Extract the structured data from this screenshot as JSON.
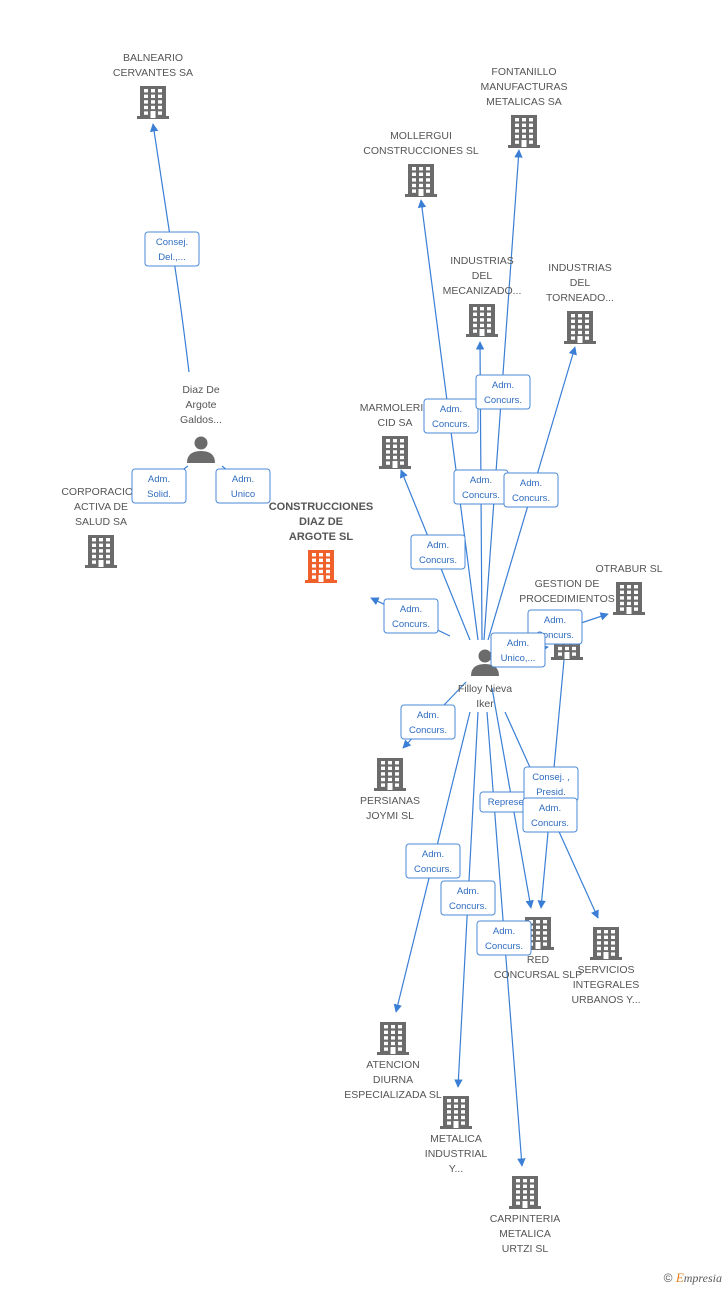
{
  "nodes": [
    {
      "id": "balneario",
      "type": "company",
      "lines": [
        "BALNEARIO",
        "CERVANTES SA"
      ],
      "label_pos": "above"
    },
    {
      "id": "fontanillo",
      "type": "company",
      "lines": [
        "FONTANILLO",
        "MANUFACTURAS",
        "METALICAS SA"
      ],
      "label_pos": "above"
    },
    {
      "id": "mollergui",
      "type": "company",
      "lines": [
        "MOLLERGUI",
        "CONSTRUCCIONES SL"
      ],
      "label_pos": "above"
    },
    {
      "id": "ind_mecanizado",
      "type": "company",
      "lines": [
        "INDUSTRIAS",
        "DEL",
        "MECANIZADO..."
      ],
      "label_pos": "above"
    },
    {
      "id": "ind_torneado",
      "type": "company",
      "lines": [
        "INDUSTRIAS",
        "DEL",
        "TORNEADO..."
      ],
      "label_pos": "above"
    },
    {
      "id": "diaz",
      "type": "person",
      "lines": [
        "Diaz De",
        "Argote",
        "Galdos..."
      ],
      "label_pos": "above"
    },
    {
      "id": "marmoleria",
      "type": "company",
      "lines": [
        "MARMOLERIA",
        "CID SA"
      ],
      "label_pos": "above"
    },
    {
      "id": "corporacion",
      "type": "company",
      "lines": [
        "CORPORACION",
        "ACTIVA DE",
        "SALUD SA"
      ],
      "label_pos": "above"
    },
    {
      "id": "construcciones",
      "type": "company_main",
      "lines": [
        "CONSTRUCCIONES",
        "DIAZ DE",
        "ARGOTE SL"
      ],
      "label_pos": "above"
    },
    {
      "id": "otrabur",
      "type": "company",
      "lines": [
        "OTRABUR SL"
      ],
      "label_pos": "above"
    },
    {
      "id": "gestion",
      "type": "company",
      "lines": [
        "GESTION DE",
        "PROCEDIMIENTOS",
        "DE..."
      ],
      "label_pos": "above"
    },
    {
      "id": "filloy",
      "type": "person",
      "lines": [
        "Filloy Nieva",
        "Iker"
      ],
      "label_pos": "below"
    },
    {
      "id": "persianas",
      "type": "company",
      "lines": [
        "PERSIANAS",
        "JOYMI SL"
      ],
      "label_pos": "below"
    },
    {
      "id": "red",
      "type": "company",
      "lines": [
        "RED",
        "CONCURSAL SLP"
      ],
      "label_pos": "below"
    },
    {
      "id": "servicios",
      "type": "company",
      "lines": [
        "SERVICIOS",
        "INTEGRALES",
        "URBANOS Y..."
      ],
      "label_pos": "below"
    },
    {
      "id": "atencion",
      "type": "company",
      "lines": [
        "ATENCION",
        "DIURNA",
        "ESPECIALIZADA SL"
      ],
      "label_pos": "below"
    },
    {
      "id": "metalica",
      "type": "company",
      "lines": [
        "METALICA",
        "INDUSTRIAL",
        "Y..."
      ],
      "label_pos": "below"
    },
    {
      "id": "carpinteria",
      "type": "company",
      "lines": [
        "CARPINTERIA",
        "METALICA",
        "URTZI SL"
      ],
      "label_pos": "below"
    }
  ],
  "edges": [
    {
      "from": "diaz",
      "to": "balneario",
      "label": [
        "Consej.",
        "Del.,..."
      ]
    },
    {
      "from": "diaz",
      "to": "corporacion",
      "label": [
        "Adm.",
        "Solid."
      ]
    },
    {
      "from": "diaz",
      "to": "construcciones",
      "label": [
        "Adm.",
        "Unico"
      ]
    },
    {
      "from": "filloy",
      "to": "mollergui",
      "label": [
        "Adm.",
        "Concurs."
      ]
    },
    {
      "from": "filloy",
      "to": "fontanillo",
      "label": [
        "Adm.",
        "Concurs."
      ]
    },
    {
      "from": "filloy",
      "to": "ind_mecanizado",
      "label": [
        "Adm.",
        "Concurs."
      ]
    },
    {
      "from": "filloy",
      "to": "ind_torneado",
      "label": [
        "Adm.",
        "Concurs."
      ]
    },
    {
      "from": "filloy",
      "to": "marmoleria",
      "label": [
        "Adm.",
        "Concurs."
      ]
    },
    {
      "from": "filloy",
      "to": "construcciones",
      "label": [
        "Adm.",
        "Concurs."
      ]
    },
    {
      "from": "filloy",
      "to": "otrabur",
      "label": [
        "Adm.",
        "Concurs."
      ]
    },
    {
      "from": "filloy",
      "to": "gestion",
      "label": [
        "Adm.",
        "Unico,..."
      ]
    },
    {
      "from": "filloy",
      "to": "persianas",
      "label": [
        "Adm.",
        "Concurs."
      ]
    },
    {
      "from": "filloy",
      "to": "red",
      "label": [
        "Represent."
      ]
    },
    {
      "from": "gestion",
      "to": "red",
      "label": [
        "Consej. ,",
        "Presid."
      ]
    },
    {
      "from": "filloy",
      "to": "servicios",
      "label": [
        "Adm.",
        "Concurs."
      ]
    },
    {
      "from": "filloy",
      "to": "atencion",
      "label": [
        "Adm.",
        "Concurs."
      ]
    },
    {
      "from": "filloy",
      "to": "metalica",
      "label": [
        "Adm.",
        "Concurs."
      ]
    },
    {
      "from": "filloy",
      "to": "carpinteria",
      "label": [
        "Adm.",
        "Concurs."
      ]
    }
  ],
  "colors": {
    "edge": "#3a7fd5",
    "company_icon": "#6b6b6b",
    "main_icon": "#f0602a",
    "person_icon": "#6b6b6b"
  },
  "footer": {
    "copyright": "©",
    "brand_first": "E",
    "brand_rest": "mpresia"
  }
}
